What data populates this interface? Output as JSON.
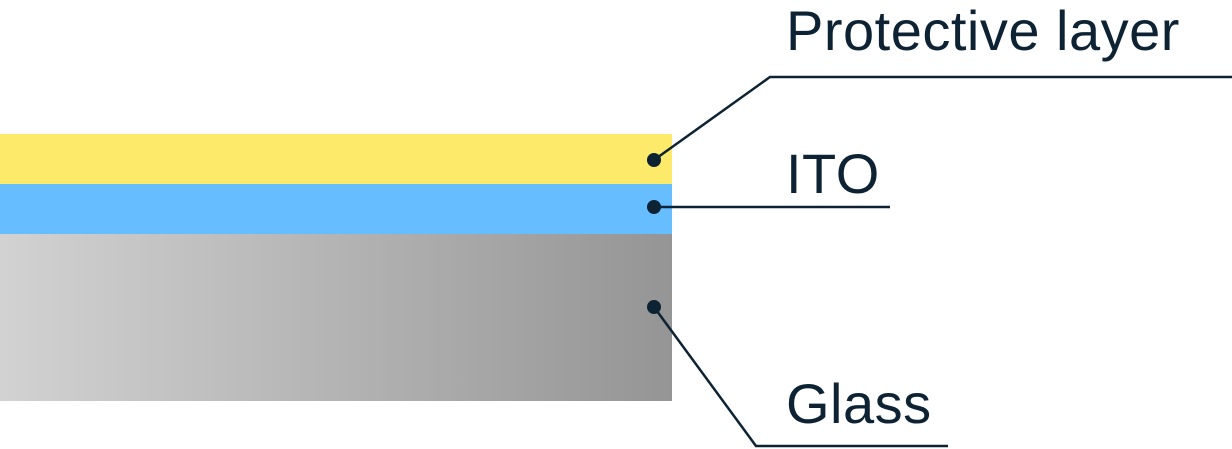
{
  "layers": [
    {
      "label": "Protective layer",
      "color": "#fde96a"
    },
    {
      "label": "ITO",
      "color": "#66bdff"
    },
    {
      "label": "Glass",
      "gradient_start": "#d2d2d2",
      "gradient_end": "#959595"
    }
  ],
  "leader_color": "#0d2333"
}
